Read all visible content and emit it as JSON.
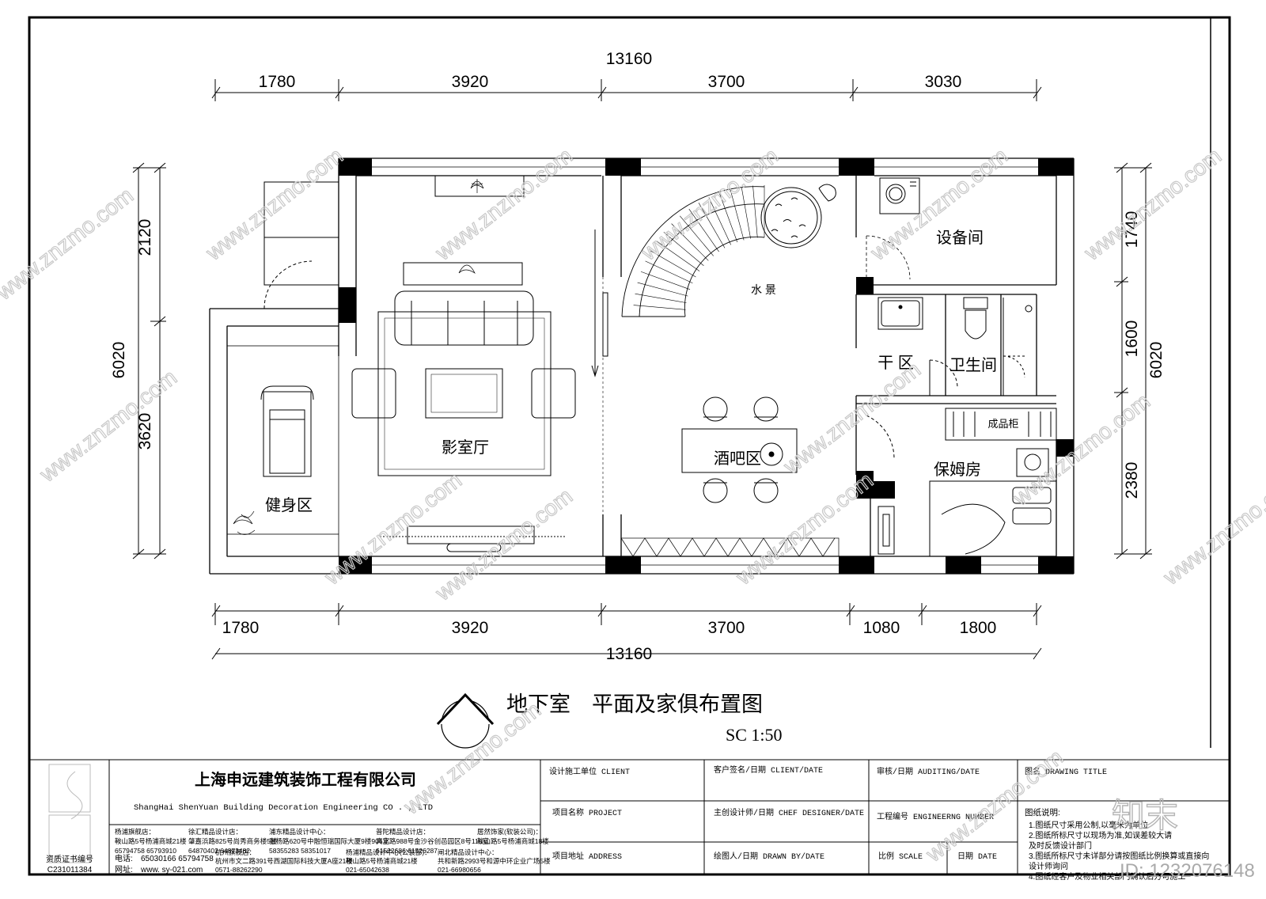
{
  "drawing": {
    "title": "地下室　平面及家俱布置图",
    "scale": "SC 1:50"
  },
  "dimensions": {
    "top_total": "13160",
    "top_segments": [
      "1780",
      "3920",
      "3700",
      "3030"
    ],
    "bottom_total": "13160",
    "bottom_segments": [
      "1780",
      "3920",
      "3700",
      "1080",
      "1800"
    ],
    "left_total": "6020",
    "left_segments": [
      "2120",
      "3620"
    ],
    "right_total": "6020",
    "right_segments": [
      "1740",
      "1600",
      "2380"
    ]
  },
  "rooms": {
    "fitness": "健身区",
    "cinema": "影室厅",
    "bar": "酒吧区",
    "water_feature": "水 景",
    "equipment": "设备间",
    "dry_zone": "干 区",
    "bathroom": "卫生间",
    "wardrobe": "成品柜",
    "nanny_room": "保姆房"
  },
  "title_block": {
    "company_cn": "上海申远建筑装饰工程有限公司",
    "company_en": "ShangHai ShenYuan Building Decoration Engineering  CO . , LTD",
    "branches": [
      {
        "name": "杨浦旗舰店：",
        "addr": "鞍山路5号杨浦商城21楼",
        "tel": "65794758 65793910"
      },
      {
        "name": "徐汇精品设计店：",
        "addr": "肇嘉浜路825号尚秀商务楼5楼",
        "tel": "64870402 64873482"
      },
      {
        "name": "浦东精品设计中心：",
        "addr": "张杨路620号中融恒瑞国际大厦9楼906室",
        "tel": "58355283 58351017"
      },
      {
        "name": "普陀精品设计店：",
        "addr": "真北路988号金沙谷创邑园区8号115室",
        "tel": "61522686 61526287"
      },
      {
        "name": "居然饰家(软装公司)：",
        "addr": "鞍山路5号杨浦商城18楼",
        "tel": ""
      }
    ],
    "branches2": [
      {
        "name": "杭州旗舰店：",
        "addr": "杭州市文二路391号西湖国际科技大厦A座21楼",
        "tel": "0571-88262290"
      },
      {
        "name": "杨浦精品设计中心(公装部)：",
        "addr": "鞍山路5号杨浦商城21楼",
        "tel": "021-65042638"
      },
      {
        "name": "闸北精品设计中心：",
        "addr": "共和新路2993号和源中环企业广场5楼",
        "tel": "021-66980656"
      }
    ],
    "phone_label": "电话:",
    "phone": "65030166 65794758",
    "web_label": "网址:",
    "web": "www. sy-021.com",
    "cert_label": "资质证书编号",
    "cert_no": "C231011384",
    "cells": {
      "design_unit": "设计施工单位  CLIENT",
      "client_sign": "客户签名/日期 CLIENT/DATE",
      "audit": "审核/日期 AUDITING/DATE",
      "drawing_title": "图名  DRAWING  TITLE",
      "project": "项目名称  PROJECT",
      "chief_designer": "主创设计师/日期 CHEF DESIGNER/DATE",
      "eng_number": "工程编号 ENGINEERNG NUMBER",
      "address": "项目地址  ADDRESS",
      "drawn_by": "绘图人/日期 DRAWN BY/DATE",
      "scale": "比例 SCALE",
      "date": "日期  DATE"
    },
    "notes_title": "图纸说明:",
    "notes": [
      "1.图纸尺寸采用公制,以毫米为单位",
      "2.图纸所标尺寸以现场为准,如误差较大请",
      "及时反馈设计部门",
      "3.图纸所标尺寸未详部分请按图纸比例换算或直接向",
      "设计师询问",
      "4.图纸经客户及物业相关部门确认后方可施工"
    ]
  },
  "watermark": {
    "text": "www.znzmo.com",
    "logo": "知末",
    "id": "ID: 1232076148"
  }
}
